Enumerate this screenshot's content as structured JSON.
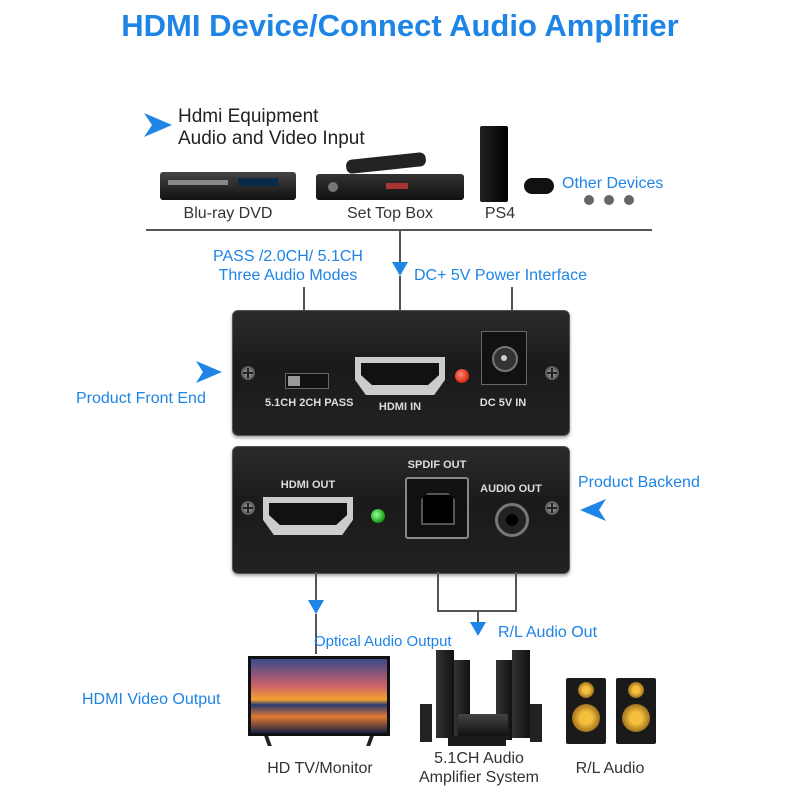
{
  "title": "HDMI Device/Connect Audio Amplifier",
  "input_heading": [
    "Hdmi Equipment",
    "Audio and Video Input"
  ],
  "devices": {
    "bluray": "Blu-ray DVD",
    "settop": "Set Top Box",
    "ps4": "PS4",
    "other": "Other Devices"
  },
  "callouts": {
    "modes": [
      "PASS /2.0CH/ 5.1CH",
      "Three Audio Modes"
    ],
    "power": "DC+ 5V Power Interface",
    "front": "Product Front End",
    "back": "Product Backend"
  },
  "front_panel": {
    "switch_label": "5.1CH 2CH PASS",
    "hdmi_in": "HDMI IN",
    "dc_in": "DC 5V IN"
  },
  "back_panel": {
    "hdmi_out": "HDMI OUT",
    "spdif_out": "SPDIF OUT",
    "audio_out": "AUDIO OUT"
  },
  "outputs": {
    "optical": "Optical Audio Output",
    "rl_out": "R/L Audio Out",
    "hdmi_video": "HDMI Video Output",
    "tv": "HD TV/Monitor",
    "amp": [
      "5.1CH Audio",
      "Amplifier System"
    ],
    "rl_audio": "R/L Audio"
  },
  "colors": {
    "accent": "#1e84e6",
    "led_front": "#e03020",
    "led_back": "#22aa22"
  }
}
